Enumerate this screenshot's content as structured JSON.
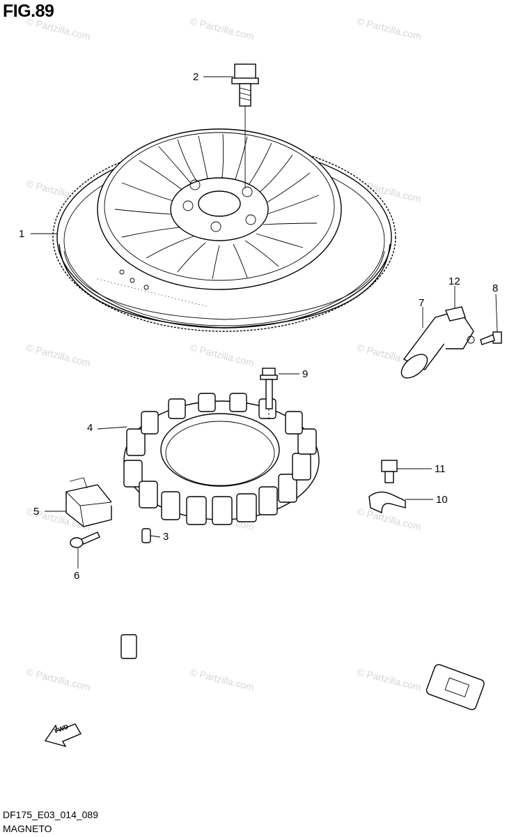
{
  "figure_title": "FIG.89",
  "footer": {
    "code": "DF175_E03_014_089",
    "name": "MAGNETO"
  },
  "watermark": "© Partzilla.com",
  "fwd_label": "FWD",
  "callouts": [
    {
      "id": "1",
      "label": "1"
    },
    {
      "id": "2",
      "label": "2"
    },
    {
      "id": "3",
      "label": "3"
    },
    {
      "id": "4",
      "label": "4"
    },
    {
      "id": "5",
      "label": "5"
    },
    {
      "id": "6",
      "label": "6"
    },
    {
      "id": "7",
      "label": "7"
    },
    {
      "id": "8",
      "label": "8"
    },
    {
      "id": "9",
      "label": "9"
    },
    {
      "id": "10",
      "label": "10"
    },
    {
      "id": "11",
      "label": "11"
    },
    {
      "id": "12",
      "label": "12"
    }
  ]
}
